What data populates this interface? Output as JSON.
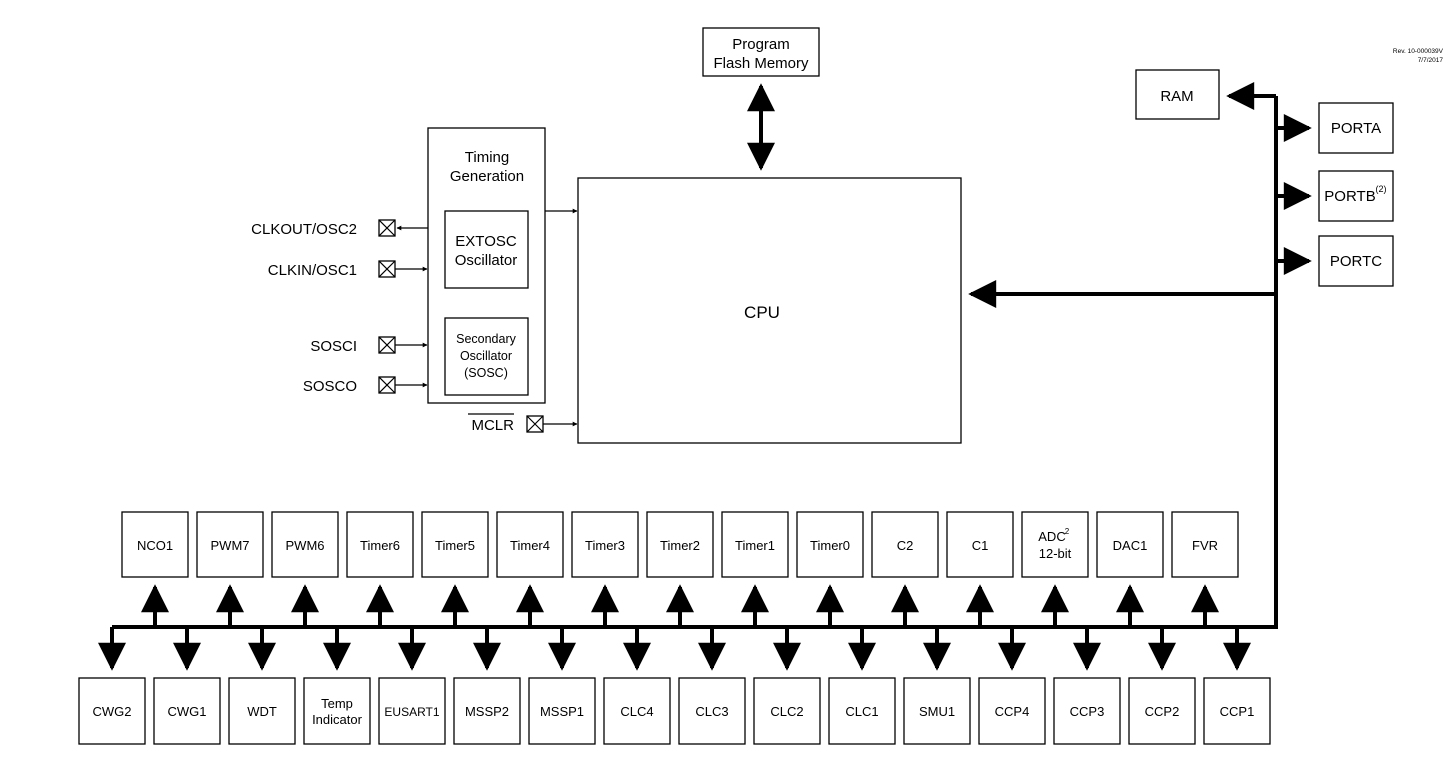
{
  "revision": {
    "line1": "Rev. 10-000039V",
    "line2": "7/7/2017"
  },
  "program_flash": {
    "line1": "Program",
    "line2": "Flash Memory"
  },
  "ram": "RAM",
  "ports": [
    {
      "label": "PORTA",
      "sup": ""
    },
    {
      "label": "PORTB",
      "sup": "(2)"
    },
    {
      "label": "PORTC",
      "sup": ""
    }
  ],
  "cpu": "CPU",
  "timing": {
    "line1": "Timing",
    "line2": "Generation"
  },
  "extosc": {
    "line1": "EXTOSC",
    "line2": "Oscillator"
  },
  "sosc": {
    "line1": "Secondary",
    "line2": "Oscillator",
    "line3": "(SOSC)"
  },
  "pins": {
    "clkout": "CLKOUT/OSC2",
    "clkin": "CLKIN/OSC1",
    "sosci": "SOSCI",
    "sosco": "SOSCO",
    "mclr": "MCLR"
  },
  "top_peripherals": [
    {
      "line1": "NCO1"
    },
    {
      "line1": "PWM7"
    },
    {
      "line1": "PWM6"
    },
    {
      "line1": "Timer6"
    },
    {
      "line1": "Timer5"
    },
    {
      "line1": "Timer4"
    },
    {
      "line1": "Timer3"
    },
    {
      "line1": "Timer2"
    },
    {
      "line1": "Timer1"
    },
    {
      "line1": "Timer0"
    },
    {
      "line1": "C2"
    },
    {
      "line1": "C1"
    },
    {
      "line1": "ADC",
      "sup": "2",
      "line2": "12-bit"
    },
    {
      "line1": "DAC1"
    },
    {
      "line1": "FVR"
    }
  ],
  "bottom_peripherals": [
    {
      "line1": "CWG2"
    },
    {
      "line1": "CWG1"
    },
    {
      "line1": "WDT"
    },
    {
      "line1": "Temp",
      "line2": "Indicator"
    },
    {
      "line1": "EUSART1"
    },
    {
      "line1": "MSSP2"
    },
    {
      "line1": "MSSP1"
    },
    {
      "line1": "CLC4"
    },
    {
      "line1": "CLC3"
    },
    {
      "line1": "CLC2"
    },
    {
      "line1": "CLC1"
    },
    {
      "line1": "SMU1"
    },
    {
      "line1": "CCP4"
    },
    {
      "line1": "CCP3"
    },
    {
      "line1": "CCP2"
    },
    {
      "line1": "CCP1"
    }
  ]
}
